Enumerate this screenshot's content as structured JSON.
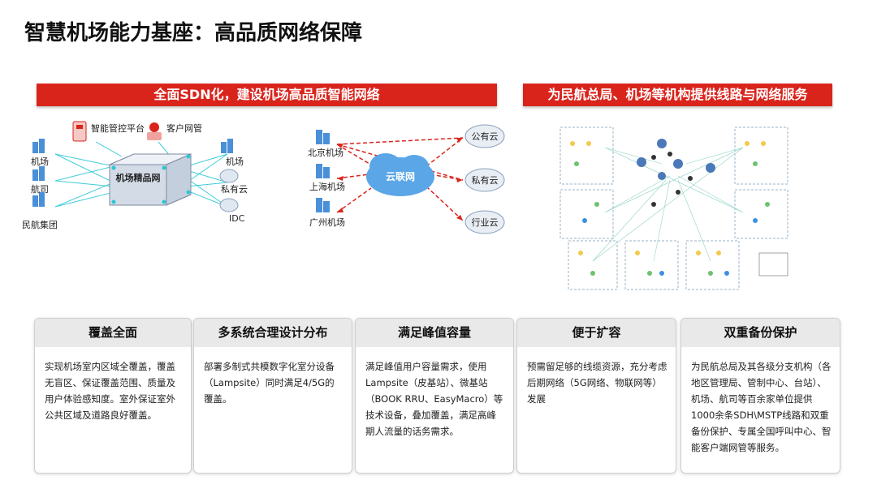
{
  "title": "智慧机场能力基座：高品质网络保障",
  "banners": {
    "left": "全面SDN化，建设机场高品质智能网络",
    "right": "为民航总局、机场等机构提供线路与网络服务"
  },
  "sdn_diagram": {
    "top_labels": [
      "智能管控平台",
      "客户网管"
    ],
    "center": "机场精品网",
    "left_nodes": [
      "机场",
      "航司",
      "民航集团"
    ],
    "right_nodes": [
      "机场",
      "私有云",
      "IDC"
    ]
  },
  "cloud_diagram": {
    "center": "云联网",
    "airports": [
      "北京机场",
      "上海机场",
      "广州机场"
    ],
    "clouds": [
      "公有云",
      "私有云",
      "行业云"
    ]
  },
  "cards": [
    {
      "title": "覆盖全面",
      "body": "实现机场室内区域全覆盖，覆盖无盲区、保证覆盖范围、质量及用户体验感知度。室外保证室外公共区域及道路良好覆盖。"
    },
    {
      "title": "多系统合理设计分布",
      "body": "部署多制式共模数字化室分设备（Lampsite）同时满足4/5G的覆盖。"
    },
    {
      "title": "满足峰值容量",
      "body": "满足峰值用户容量需求，使用Lampsite（皮基站）、微基站（BOOK RRU、EasyMacro）等技术设备，叠加覆盖，满足高峰期人流量的话务需求。"
    },
    {
      "title": "便于扩容",
      "body": "预需留足够的线缆资源，充分考虑后期网络（5G网络、物联网等）发展"
    },
    {
      "title": "双重备份保护",
      "body": "为民航总局及其各级分支机构（各地区管理局、管制中心、台站）、机场、航司等百余家单位提供1000余条SDH\\MSTP线路和双重备份保护、专属全国呼叫中心、智能客户端网管等服务。"
    }
  ],
  "colors": {
    "accent": "#d9241c",
    "card_head": "#e9e9e9",
    "icon_blue": "#4a90d9",
    "cyan": "#2bc6d6"
  }
}
